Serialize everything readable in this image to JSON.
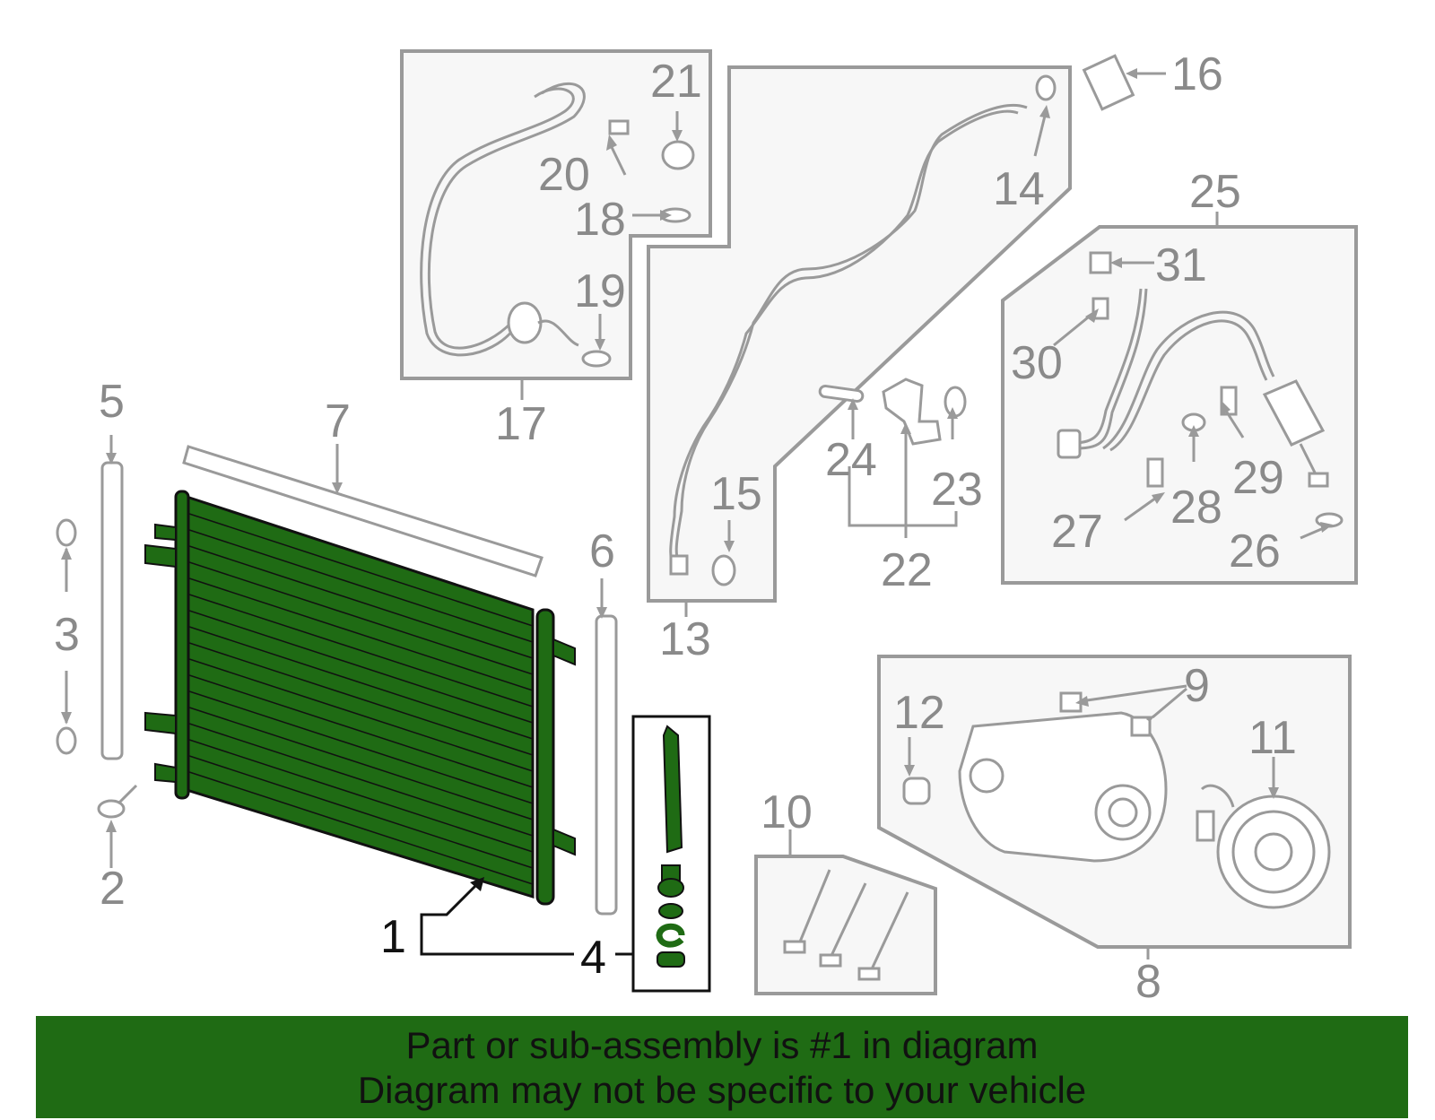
{
  "labels": {
    "l1": "1",
    "l2": "2",
    "l3": "3",
    "l4": "4",
    "l5": "5",
    "l6": "6",
    "l7": "7",
    "l8": "8",
    "l9": "9",
    "l10": "10",
    "l11": "11",
    "l12": "12",
    "l13": "13",
    "l14": "14",
    "l15": "15",
    "l16": "16",
    "l17": "17",
    "l18": "18",
    "l19": "19",
    "l20": "20",
    "l21": "21",
    "l22": "22",
    "l23": "23",
    "l24": "24",
    "l25": "25",
    "l26": "26",
    "l27": "27",
    "l28": "28",
    "l29": "29",
    "l30": "30",
    "l31": "31"
  },
  "banner": {
    "line1": "Part or sub-assembly is #1 in diagram",
    "line2": "Diagram may not be specific to your vehicle"
  },
  "colors": {
    "highlight": "#1f6b14",
    "outline_gray": "#9a9a9a",
    "label_gray": "#8a8a8a",
    "banner_bg": "#1f6b14"
  }
}
